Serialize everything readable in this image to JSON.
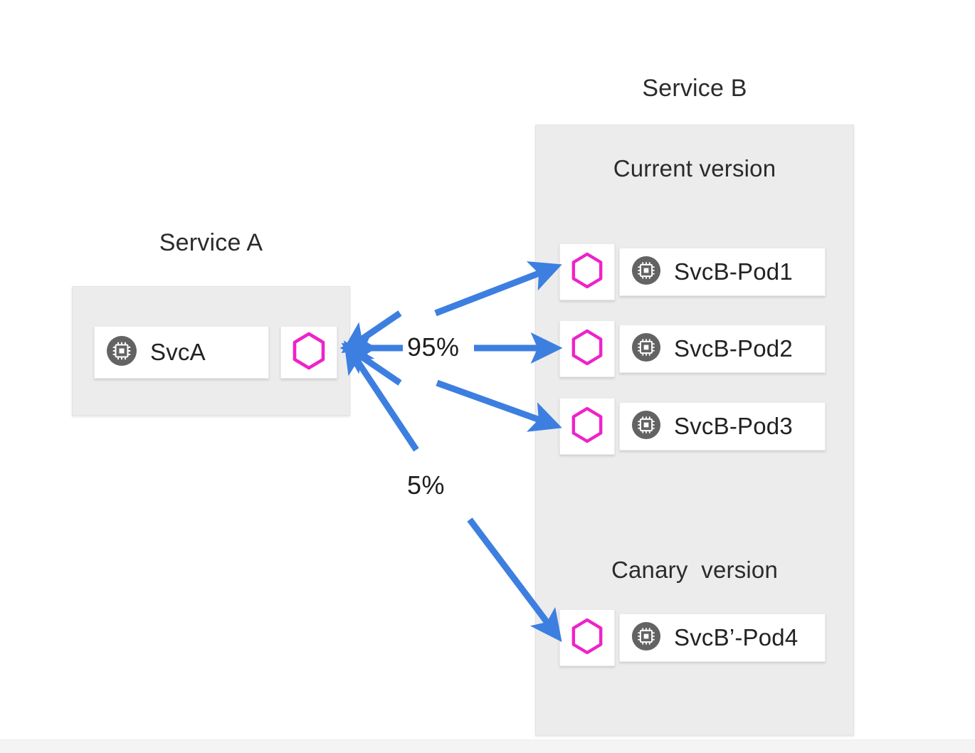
{
  "diagram": {
    "title_service_a": "Service A",
    "title_service_b": "Service B",
    "section_current": "Current version",
    "section_canary": "Canary  version",
    "traffic_split_primary": "95%",
    "traffic_split_canary": "5%",
    "colors": {
      "arrow_blue": "#3d7fe0",
      "hexagon_magenta": "#ef22c8",
      "chip_gray": "#636363",
      "panel_gray": "#ececec",
      "card_white": "#ffffff",
      "text_dark": "#2b2b2b"
    },
    "service_a": {
      "workload_label": "SvcA",
      "workload_icon": "chip-icon",
      "proxy_icon": "hexagon-icon"
    },
    "service_b": {
      "current_version_pods": [
        {
          "label": "SvcB-Pod1",
          "workload_icon": "chip-icon",
          "proxy_icon": "hexagon-icon"
        },
        {
          "label": "SvcB-Pod2",
          "workload_icon": "chip-icon",
          "proxy_icon": "hexagon-icon"
        },
        {
          "label": "SvcB-Pod3",
          "workload_icon": "chip-icon",
          "proxy_icon": "hexagon-icon"
        }
      ],
      "canary_version_pods": [
        {
          "label": "SvcB’-Pod4",
          "workload_icon": "chip-icon",
          "proxy_icon": "hexagon-icon"
        }
      ]
    },
    "edges": [
      {
        "name": "svca-to-pod1",
        "weight_label": "95%",
        "direction": "right"
      },
      {
        "name": "svca-to-pod2",
        "weight_label": "95%",
        "direction": "right"
      },
      {
        "name": "svca-to-pod3",
        "weight_label": "95%",
        "direction": "right"
      },
      {
        "name": "svca-to-pod4-canary",
        "weight_label": "5%",
        "direction": "right"
      }
    ]
  }
}
